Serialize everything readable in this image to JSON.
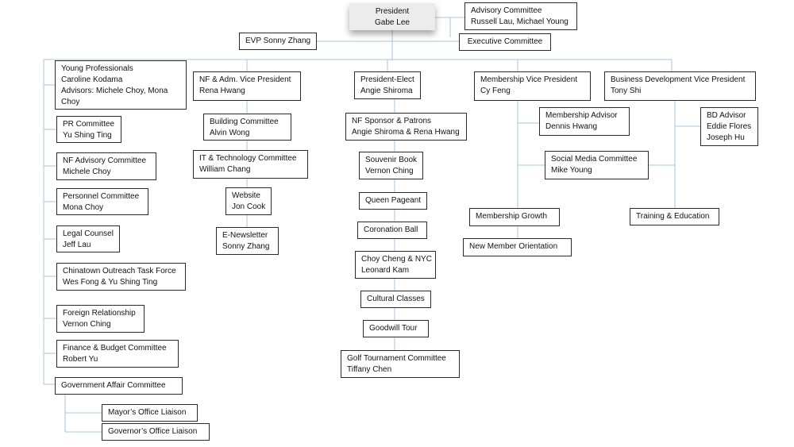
{
  "line_color": "#a7c4dd",
  "box_border_color": "#2b2b2b",
  "president": {
    "title": "President",
    "name": "Gabe Lee"
  },
  "advisory": {
    "title": "Advisory Committee",
    "name": "Russell Lau, Michael Young"
  },
  "evp": {
    "title": "EVP Sonny Zhang"
  },
  "executive": {
    "title": "Executive Committee"
  },
  "young_professionals": {
    "title": "Young Professionals",
    "name": "Caroline Kodama",
    "advisors": "Advisors: Michele Choy, Mona Choy"
  },
  "left_column": [
    {
      "title": "PR Committee",
      "name": "Yu Shing Ting"
    },
    {
      "title": "NF Advisory Committee",
      "name": "Michele Choy"
    },
    {
      "title": "Personnel Committee",
      "name": "Mona Choy"
    },
    {
      "title": "Legal Counsel",
      "name": "Jeff Lau"
    },
    {
      "title": "Chinatown Outreach Task Force",
      "name": "Wes Fong & Yu Shing Ting"
    },
    {
      "title": "Foreign Relationship",
      "name": "Vernon Ching"
    },
    {
      "title": "Finance & Budget Committee",
      "name": "Robert Yu"
    },
    {
      "title": "Government Affair Committee",
      "name": ""
    }
  ],
  "government_liaisons": [
    {
      "title": "Mayor’s Office Liaison"
    },
    {
      "title": "Governor’s Office Liaison"
    }
  ],
  "nf_vp": {
    "title": "NF & Adm. Vice President",
    "name": "Rena Hwang"
  },
  "nf_column": [
    {
      "title": "Building Committee",
      "name": "Alvin Wong"
    },
    {
      "title": "IT & Technology Committee",
      "name": "William Chang"
    },
    {
      "title": "Website",
      "name": "Jon Cook"
    },
    {
      "title": "E-Newsletter",
      "name": "Sonny Zhang"
    }
  ],
  "president_elect": {
    "title": "President-Elect",
    "name": "Angie Shiroma"
  },
  "pe_column": [
    {
      "title": "NF Sponsor & Patrons",
      "name": "Angie Shiroma & Rena Hwang"
    },
    {
      "title": "Souvenir Book",
      "name": "Vernon Ching"
    },
    {
      "title": "Queen Pageant",
      "name": ""
    },
    {
      "title": "Coronation Ball",
      "name": ""
    },
    {
      "title": "Choy Cheng & NYC",
      "name": "Leonard Kam"
    },
    {
      "title": "Cultural Classes",
      "name": ""
    },
    {
      "title": "Goodwill Tour",
      "name": ""
    },
    {
      "title": "Golf Tournament Committee",
      "name": "Tiffany Chen"
    }
  ],
  "membership_vp": {
    "title": "Membership Vice President",
    "name": "Cy Feng"
  },
  "membership_column": [
    {
      "title": "Membership Advisor",
      "name": "Dennis Hwang"
    },
    {
      "title": "Social Media Committee",
      "name": "Mike Young"
    },
    {
      "title": "Membership Growth",
      "name": ""
    },
    {
      "title": "New Member Orientation",
      "name": ""
    }
  ],
  "bd_vp": {
    "title": "Business Development Vice President",
    "name": "Tony Shi"
  },
  "bd_column": [
    {
      "title": "BD Advisor",
      "name": "Eddie Flores",
      "extra": "Joseph Hu"
    },
    {
      "title": "Training & Education",
      "name": ""
    }
  ]
}
